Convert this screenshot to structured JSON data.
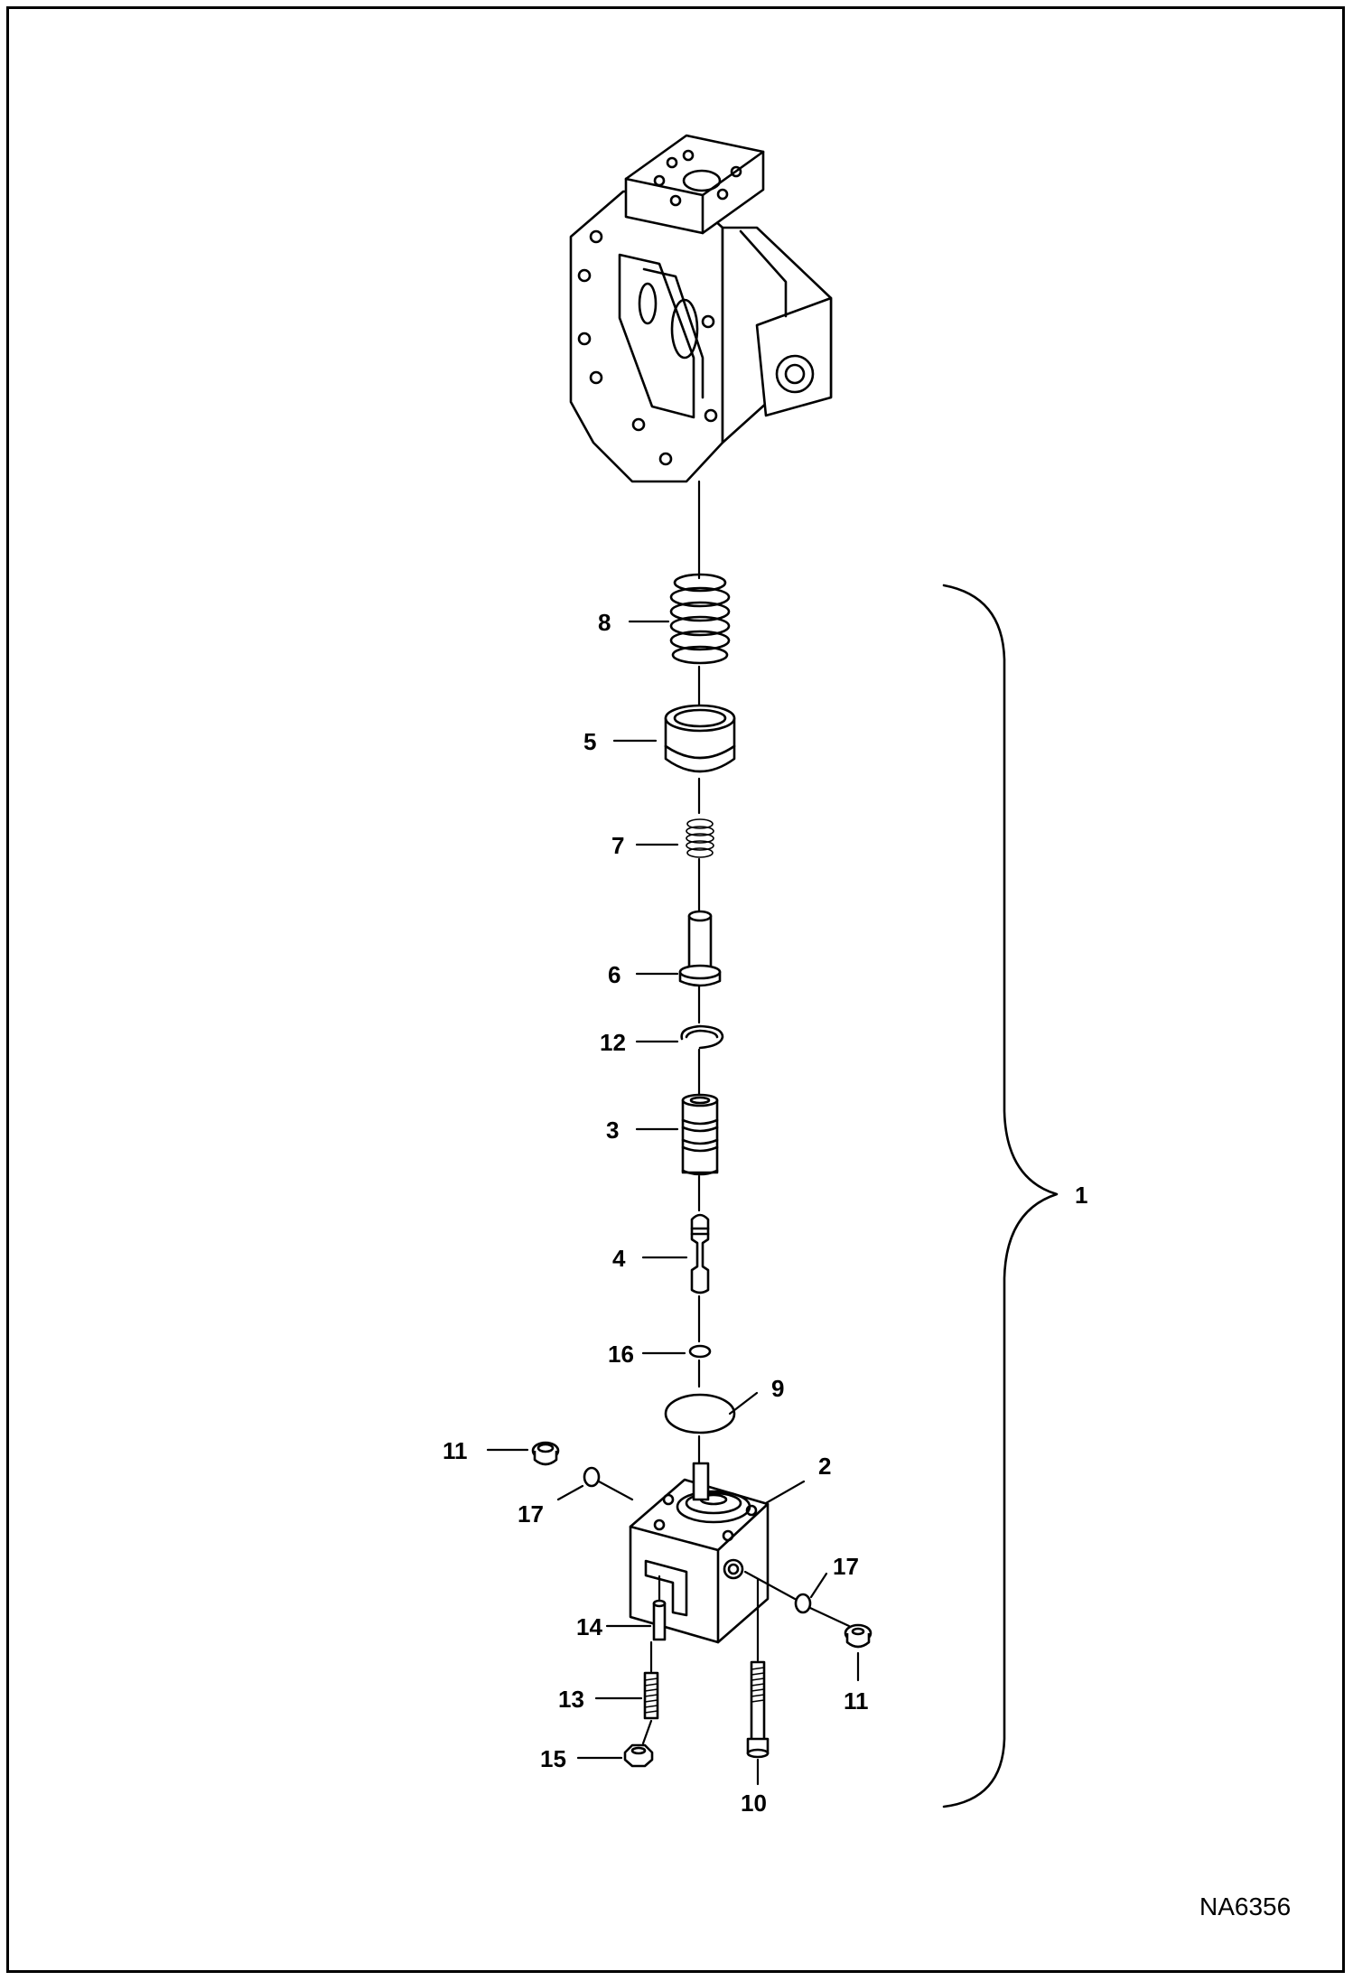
{
  "figure_code": "NA6356",
  "callouts": {
    "c1": "1",
    "c2": "2",
    "c3": "3",
    "c4": "4",
    "c5": "5",
    "c6": "6",
    "c7": "7",
    "c8": "8",
    "c9": "9",
    "c10": "10",
    "c11a": "11",
    "c11b": "11",
    "c12": "12",
    "c13": "13",
    "c14": "14",
    "c15": "15",
    "c16": "16",
    "c17a": "17",
    "c17b": "17"
  }
}
